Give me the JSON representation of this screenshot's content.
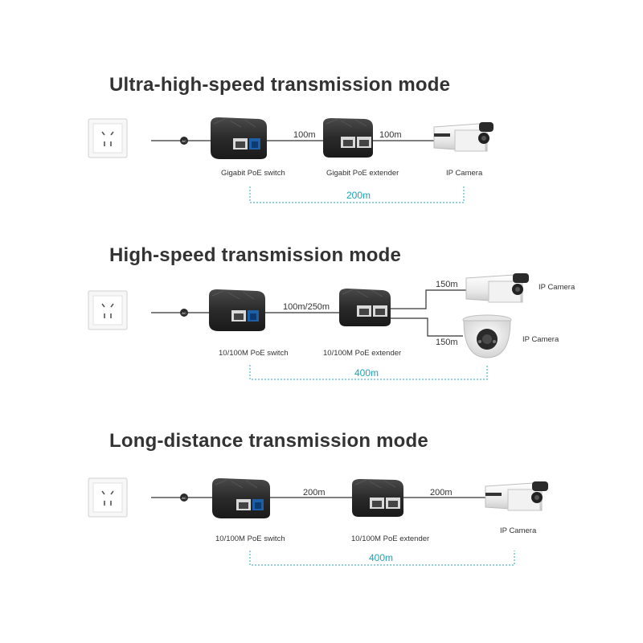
{
  "colors": {
    "title": "#333333",
    "total": "#1aa3b5",
    "bracket": "#4fb8c6",
    "device": "#2b2b2b",
    "port": "#1e5fa8"
  },
  "icons": {
    "outlet": "wall-outlet-icon",
    "adapter": "power-adapter-icon",
    "switch": "poe-switch-icon",
    "extender": "poe-extender-icon",
    "bullet": "bullet-camera-icon",
    "dome": "dome-camera-icon"
  },
  "sections": [
    {
      "title": "Ultra-high-speed transmission mode",
      "switch_label": "Gigabit PoE switch",
      "extender_label": "Gigabit PoE extender",
      "camera_label": "IP Camera",
      "distance_1": "100m",
      "distance_2": "100m",
      "total": "200m"
    },
    {
      "title": "High-speed transmission mode",
      "switch_label": "10/100M PoE switch",
      "extender_label": "10/100M PoE extender",
      "camera_label_1": "IP Camera",
      "camera_label_2": "IP Camera",
      "distance_1": "100m/250m",
      "distance_2": "150m",
      "distance_3": "150m",
      "total": "400m"
    },
    {
      "title": "Long-distance transmission mode",
      "switch_label": "10/100M  PoE switch",
      "extender_label": "10/100M  PoE extender",
      "camera_label": "IP Camera",
      "distance_1": "200m",
      "distance_2": "200m",
      "total": "400m"
    }
  ]
}
